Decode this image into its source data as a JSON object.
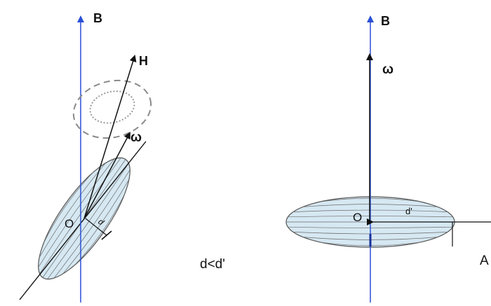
{
  "left_panel": {
    "field_label": "B",
    "angular_momentum_label": "H",
    "angular_velocity_label": "ω",
    "origin_label": "O",
    "distance_label": "d"
  },
  "right_panel": {
    "field_label": "B",
    "angular_velocity_label": "ω",
    "origin_label": "O",
    "distance_label": "d'",
    "axis_label": "A"
  },
  "relation_text": "d<d'",
  "colors": {
    "field_axis": "#2a4fd6",
    "ellipsoid_fill": "#d6e8f2",
    "ellipsoid_stroke": "#555555",
    "vector": "#111111",
    "precession_dash": "#8a8a8a"
  }
}
